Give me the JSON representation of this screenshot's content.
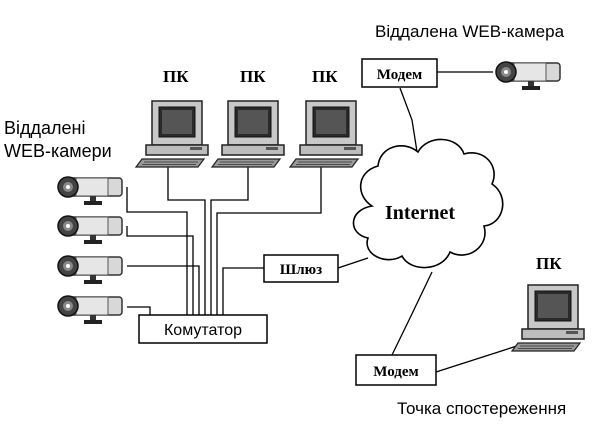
{
  "labels": {
    "remote_cams": [
      "Віддалені",
      "WEB-камери"
    ],
    "remote_cam_single": "Віддалена WEB-камера",
    "pc": "ПК",
    "modem": "Модем",
    "switch": "Комутатор",
    "gateway": "Шлюз",
    "internet": "Internet",
    "observation_point": "Точка спостереження"
  },
  "colors": {
    "line": "#000000",
    "camera_body": "#d8d8d8",
    "camera_dark": "#333333",
    "monitor_case": "#c8c8c8",
    "screen": "#2a2a2a"
  }
}
